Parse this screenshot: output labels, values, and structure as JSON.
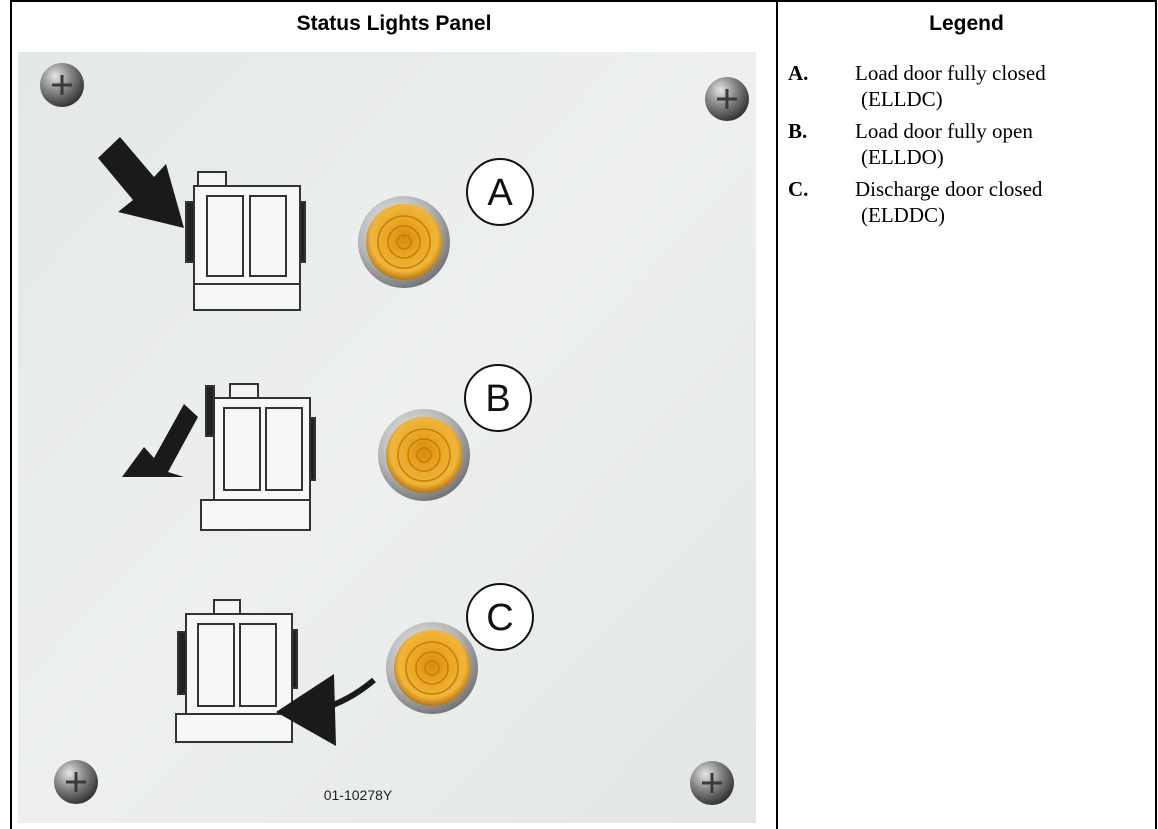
{
  "table": {
    "left_header": "Status Lights Panel",
    "right_header": "Legend"
  },
  "panel": {
    "part_number": "01-10278Y",
    "lights": [
      {
        "letter": "A"
      },
      {
        "letter": "B"
      },
      {
        "letter": "C"
      }
    ],
    "colors": {
      "plate": "#e9ecec",
      "lamp": "#e9a21e",
      "lamp_rim": "#a6a6a6",
      "screw": "#6e6e6e"
    }
  },
  "legend": {
    "items": [
      {
        "label": "A.",
        "text": "Load door fully closed",
        "code": "(ELLDC)"
      },
      {
        "label": "B.",
        "text": "Load door fully open",
        "code": "(ELLDO)"
      },
      {
        "label": "C.",
        "text": "Discharge door closed",
        "code": "(ELDDC)"
      }
    ]
  }
}
